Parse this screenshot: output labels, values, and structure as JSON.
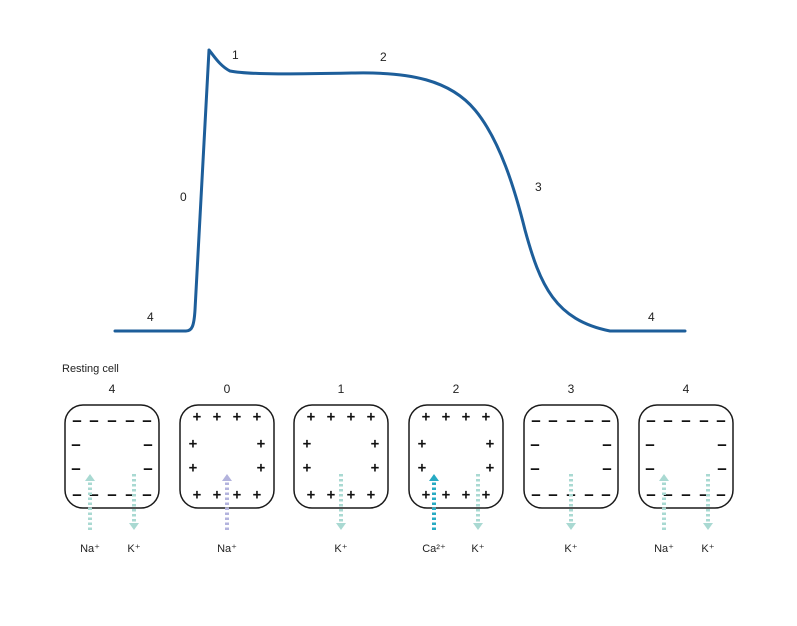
{
  "colors": {
    "curve": "#1d5e9a",
    "cell_border": "#1a1a1a",
    "charge": "#111111",
    "na_k_arrow": "#a9d9d2",
    "na_in_phase0": "#b3b3dd",
    "ca_arrow": "#27aac3"
  },
  "curve": {
    "phase_labels": [
      "1",
      "2",
      "0",
      "3",
      "4",
      "4"
    ]
  },
  "caption": "Resting cell",
  "cells": [
    {
      "label": "4",
      "charge": "negative",
      "ions": [
        {
          "label": "Na⁺",
          "direction": "in",
          "color_key": "na_k_arrow"
        },
        {
          "label": "K⁺",
          "direction": "out",
          "color_key": "na_k_arrow"
        }
      ]
    },
    {
      "label": "0",
      "charge": "positive",
      "ions": [
        {
          "label": "Na⁺",
          "direction": "in",
          "color_key": "na_in_phase0"
        }
      ]
    },
    {
      "label": "1",
      "charge": "positive",
      "ions": [
        {
          "label": "K⁺",
          "direction": "out",
          "color_key": "na_k_arrow"
        }
      ]
    },
    {
      "label": "2",
      "charge": "positive",
      "ions": [
        {
          "label": "Ca²⁺",
          "direction": "in",
          "color_key": "ca_arrow"
        },
        {
          "label": "K⁺",
          "direction": "out",
          "color_key": "na_k_arrow"
        }
      ]
    },
    {
      "label": "3",
      "charge": "negative",
      "ions": [
        {
          "label": "K⁺",
          "direction": "out",
          "color_key": "na_k_arrow"
        }
      ]
    },
    {
      "label": "4",
      "charge": "negative",
      "ions": [
        {
          "label": "Na⁺",
          "direction": "in",
          "color_key": "na_k_arrow"
        },
        {
          "label": "K⁺",
          "direction": "out",
          "color_key": "na_k_arrow"
        }
      ]
    }
  ]
}
